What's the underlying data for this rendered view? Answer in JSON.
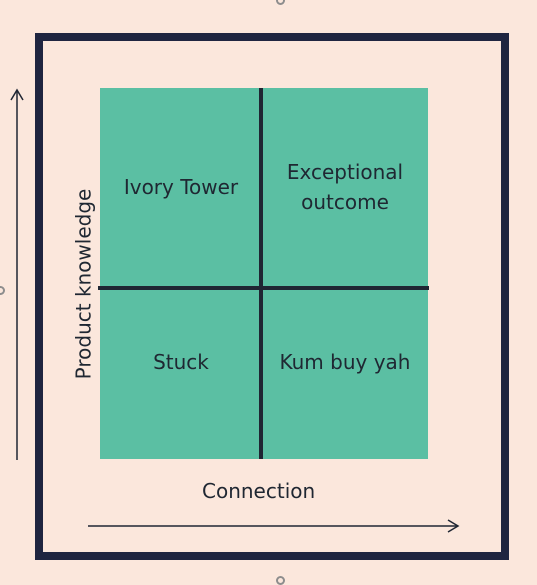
{
  "diagram": {
    "quadrants": {
      "top_left": "Ivory Tower",
      "top_right": "Exceptional\noutcome",
      "bottom_left": "Stuck",
      "bottom_right": "Kum buy yah"
    },
    "axes": {
      "x_label": "Connection",
      "y_label": "Product knowledge"
    },
    "colors": {
      "background": "#fbe7dc",
      "frame": "#1f2540",
      "quadrant_fill": "#5bbfa3",
      "lines": "#1f2633"
    }
  }
}
